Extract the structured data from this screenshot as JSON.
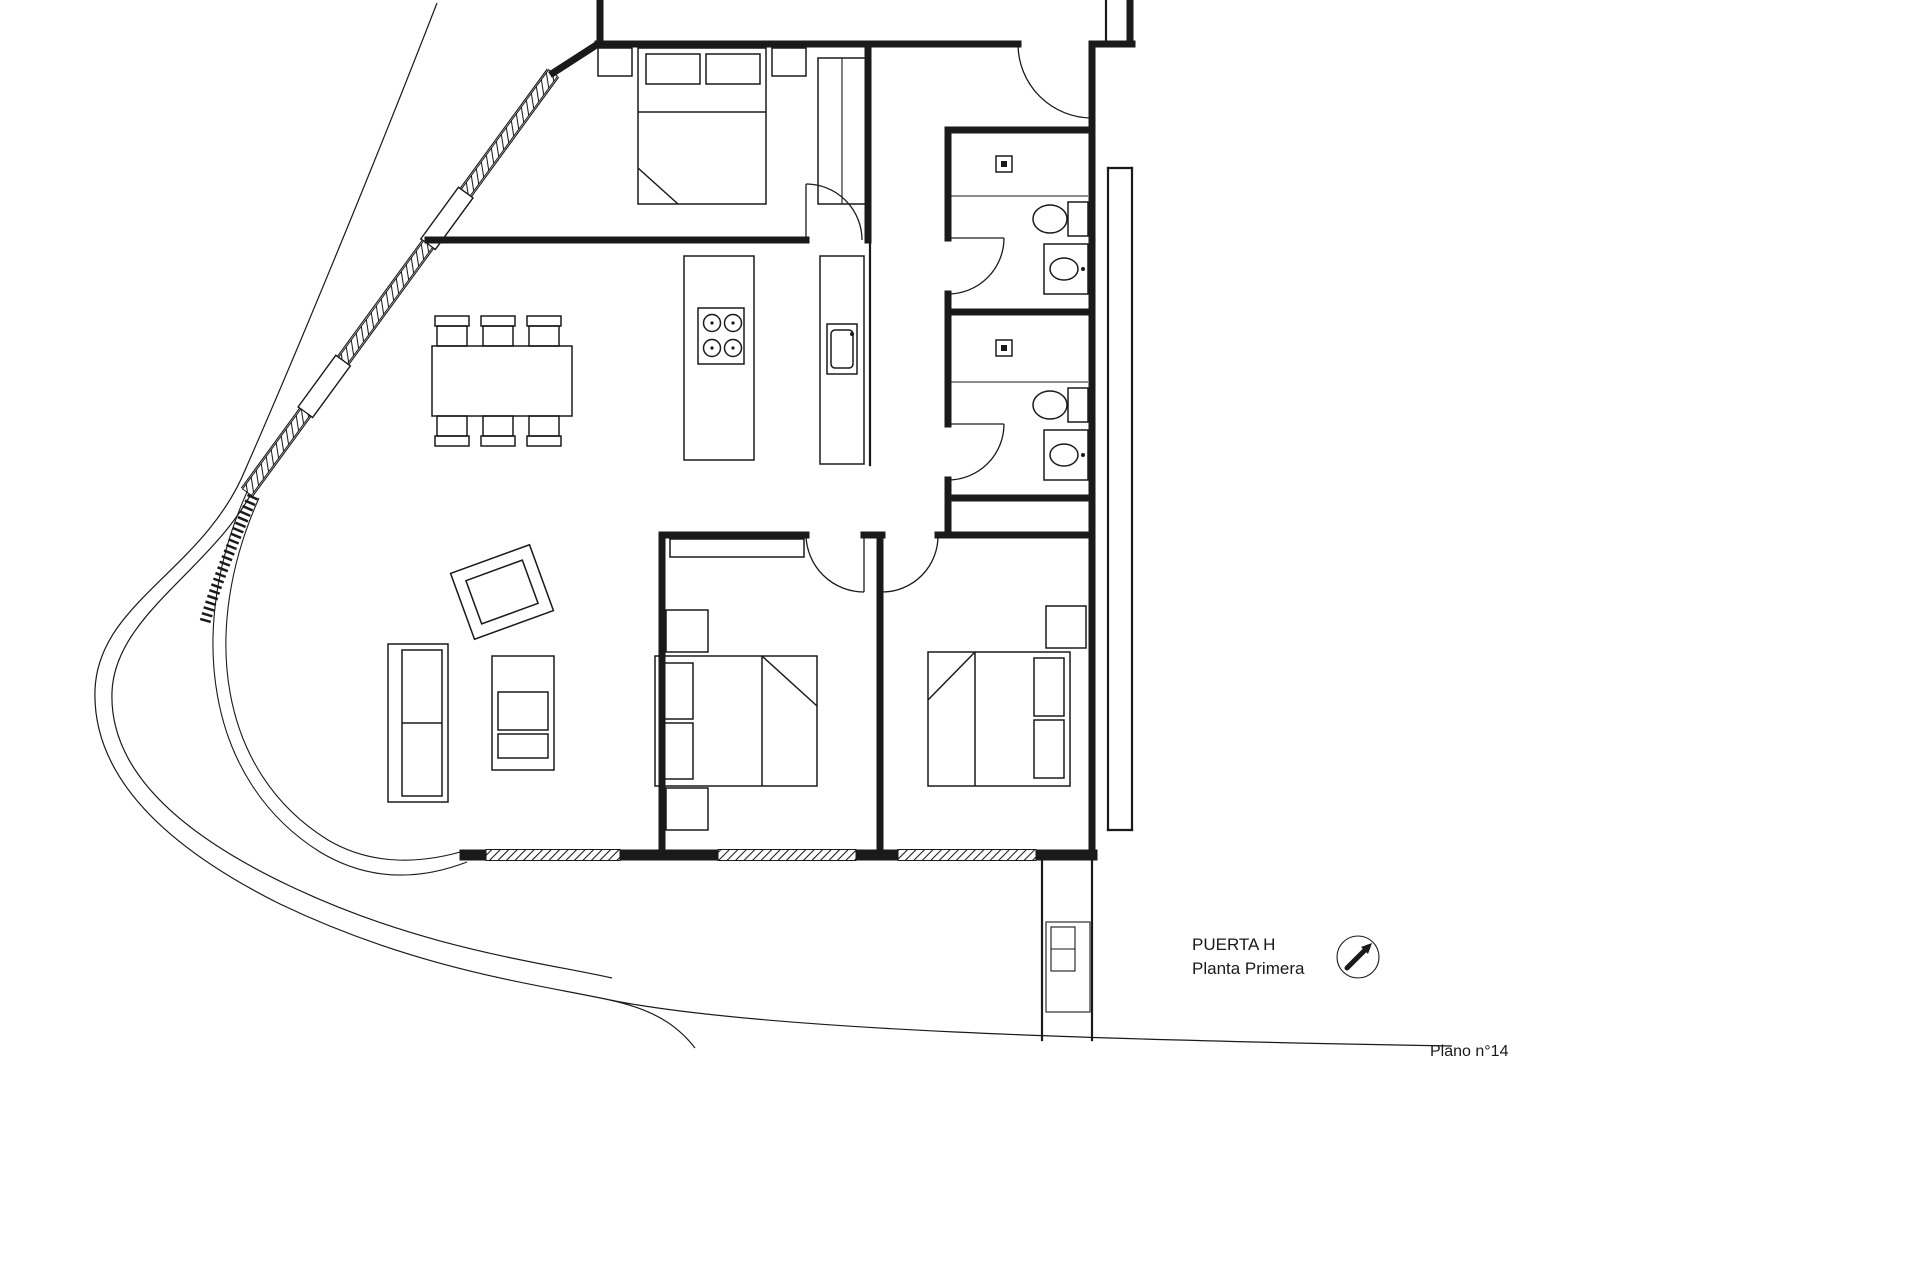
{
  "annotations": {
    "door_label": "PUERTA H",
    "floor_label": "Planta Primera",
    "sheet_label": "Plano n°14"
  },
  "colors": {
    "ink": "#1a1a1a",
    "paper": "#ffffff"
  }
}
